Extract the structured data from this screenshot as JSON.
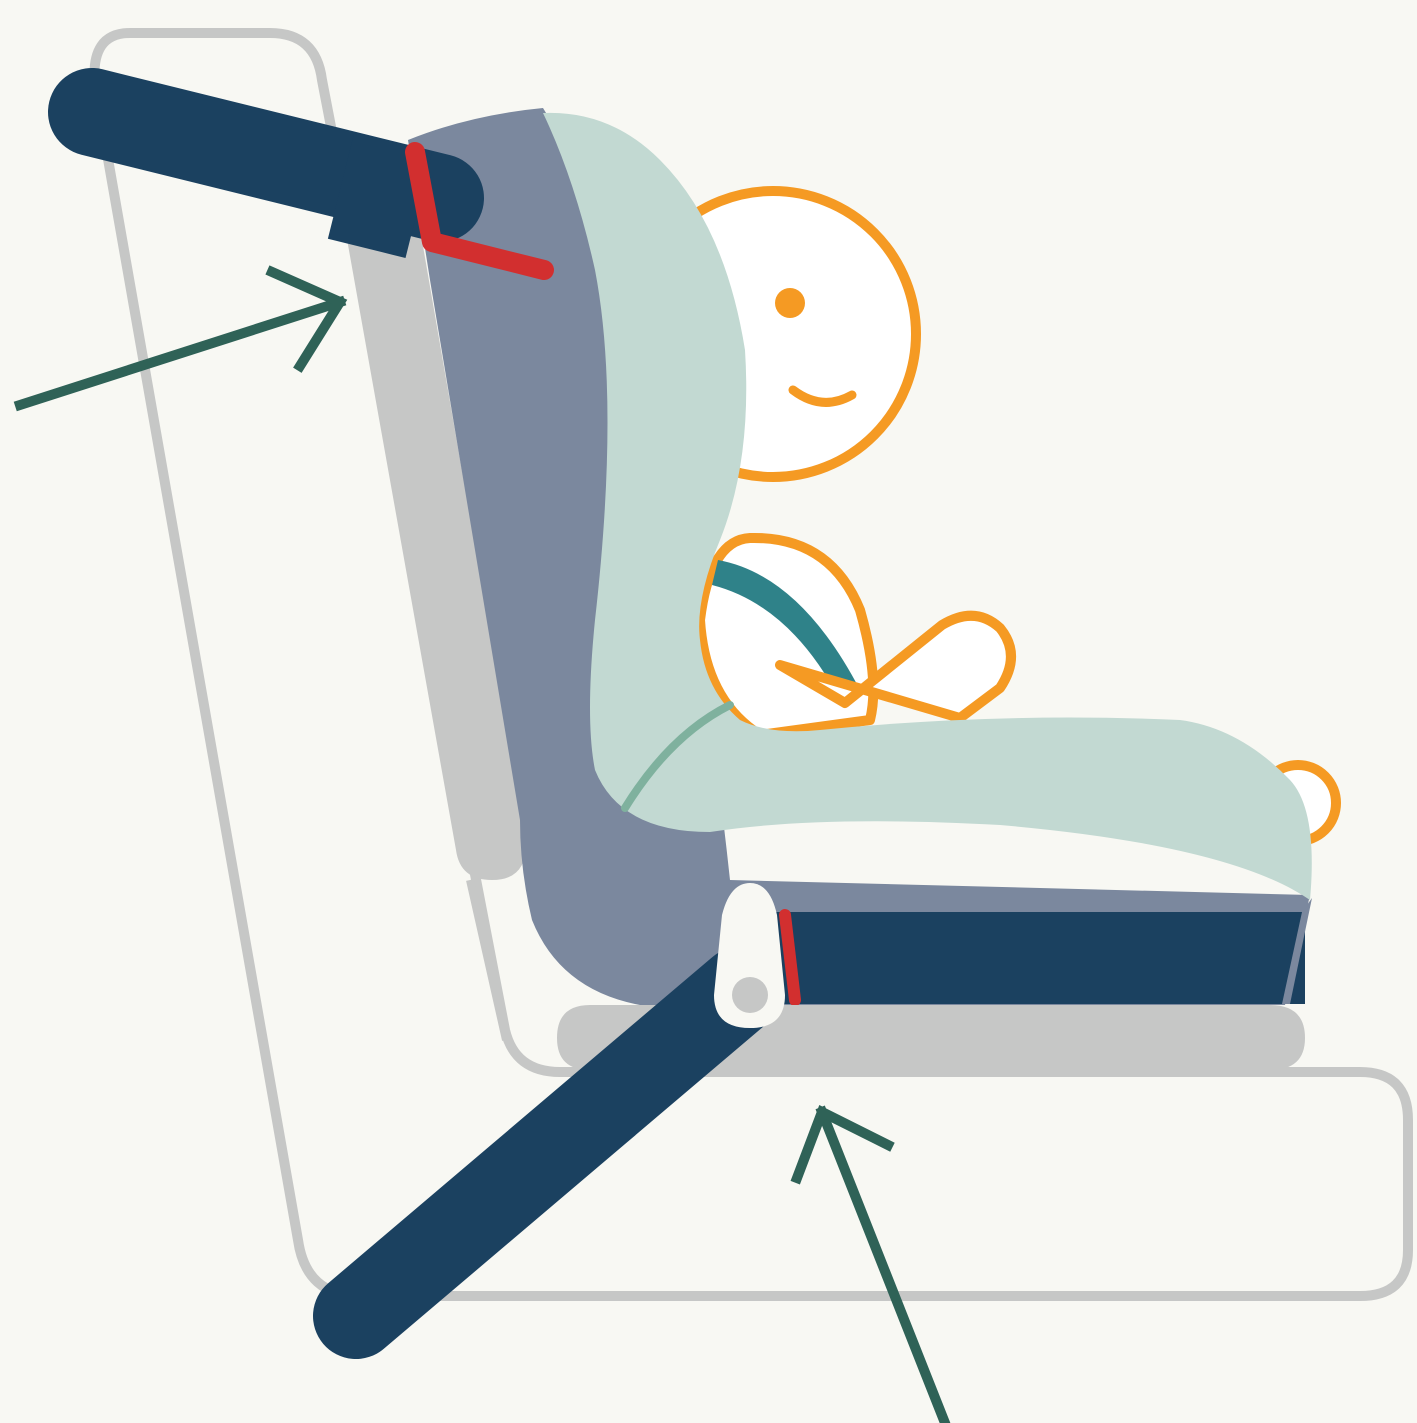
{
  "illustration": {
    "subject": "child-in-car-seat",
    "colors": {
      "background": "#f8f8f3",
      "vehicle_seat_outline": "#c6c7c6",
      "car_seat_shell": "#7b889e",
      "car_seat_padding": "#c2d9d2",
      "car_seat_base": "#1b4160",
      "tether_strap": "#1b4160",
      "belt_guide_red": "#d22f2f",
      "child_outline": "#f59a23",
      "child_fill": "#ffffff",
      "harness_strap": "#2f8289",
      "pointer_arrow": "#2f6257"
    },
    "icons": [
      "arrow-pointing-to-top-tether",
      "arrow-pointing-to-lower-anchor"
    ]
  }
}
